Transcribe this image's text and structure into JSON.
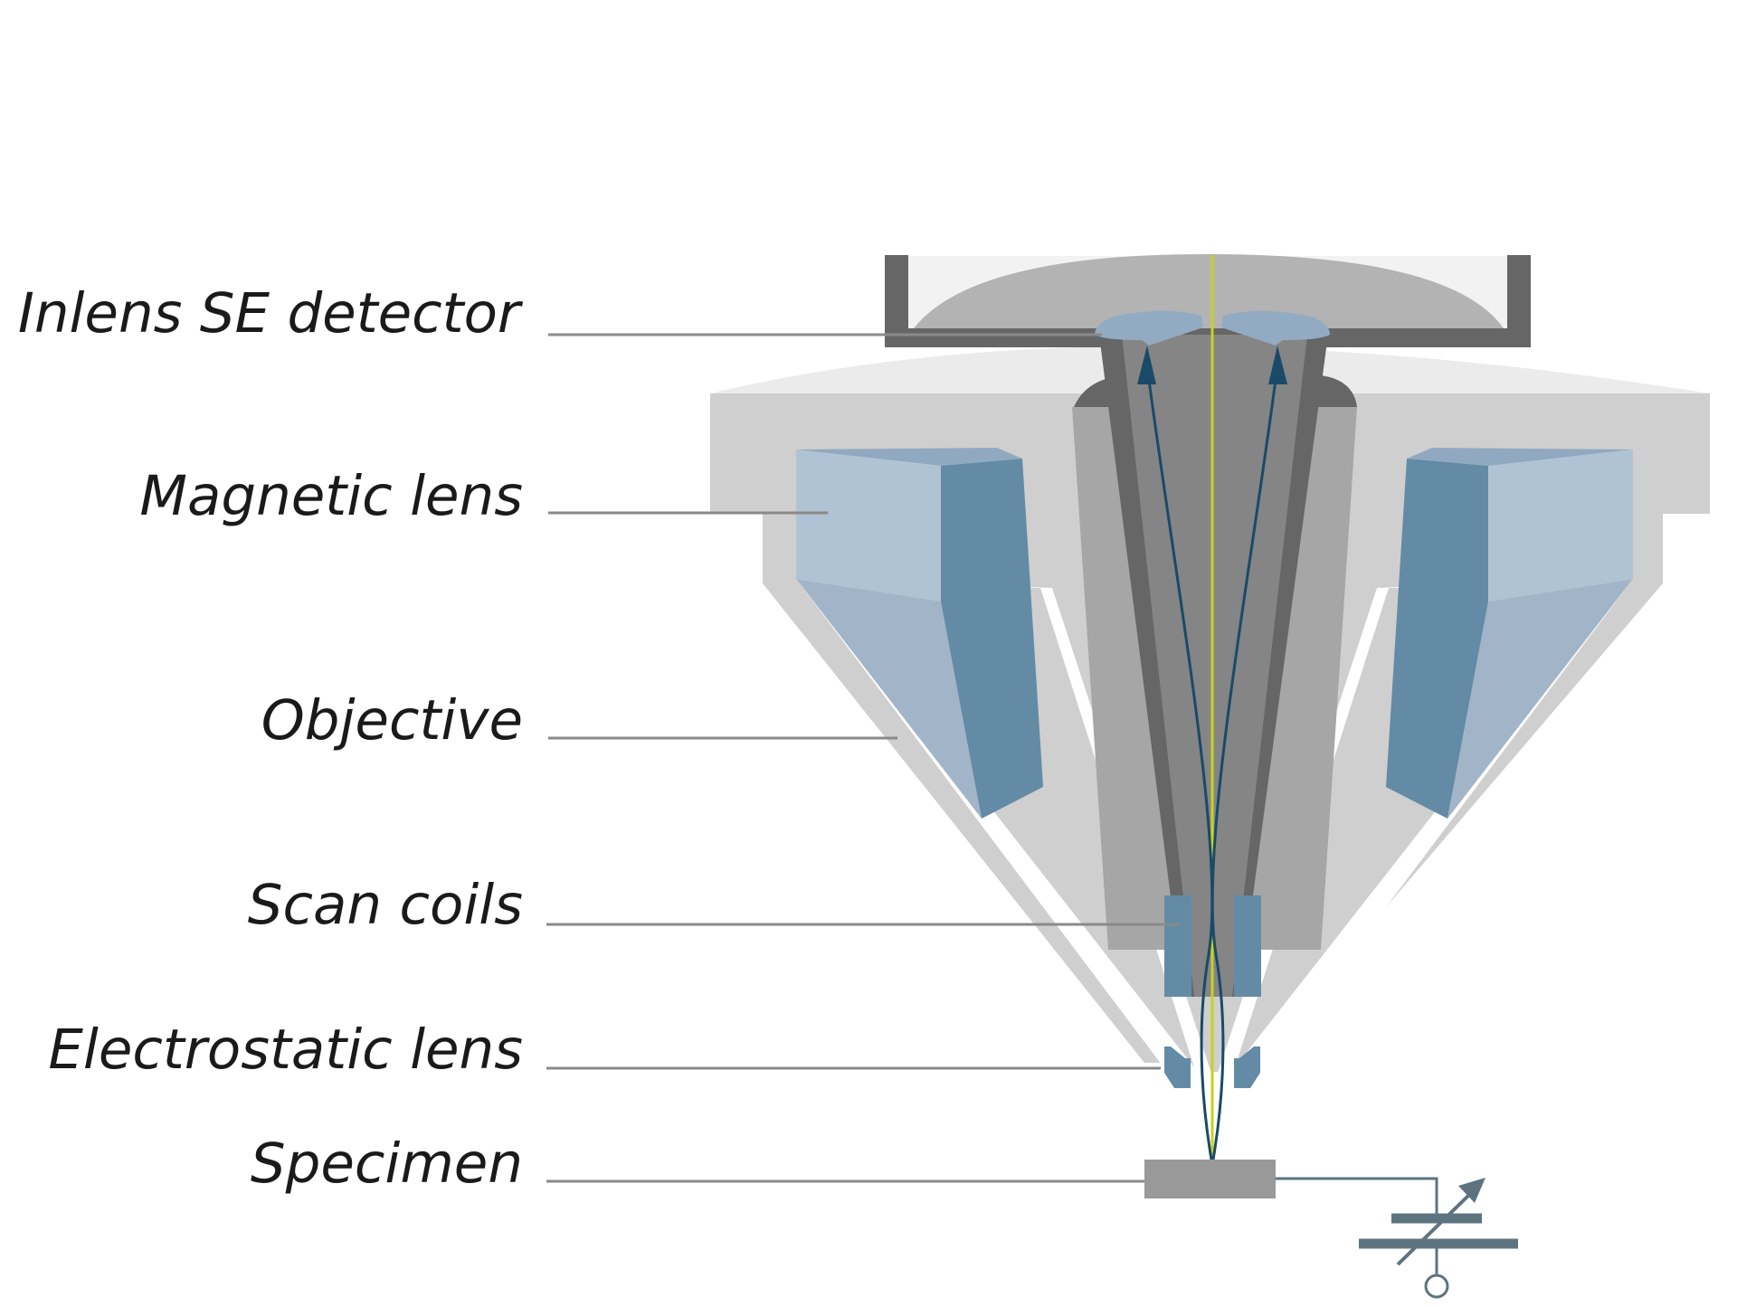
{
  "labels": {
    "detector": "Inlens SE detector",
    "magnetic_lens": "Magnetic lens",
    "objective": "Objective",
    "scan_coils": "Scan coils",
    "electrostatic_lens": "Electrostatic lens",
    "specimen": "Specimen"
  },
  "colors": {
    "housing": "#cfcfcf",
    "housing_top": "#ebebeb",
    "column_outer": "#a6a6a6",
    "column_edge": "#666666",
    "column_core": "#858585",
    "lens_light": "#b0c3d4",
    "lens_mid": "#a2b5c8",
    "lens_dark": "#638ba5",
    "lens_top": "#91a9c0",
    "detector_frame": "#666666",
    "detector_dome": "#b3b3b3",
    "detector_chamber": "#f2f2f2",
    "detector_disk": "#92abc2",
    "beam": "#c8d21e",
    "electron_path": "#1a4a68",
    "specimen": "#999999",
    "leader": "#8a8a8a",
    "circuit": "#5d7480"
  }
}
